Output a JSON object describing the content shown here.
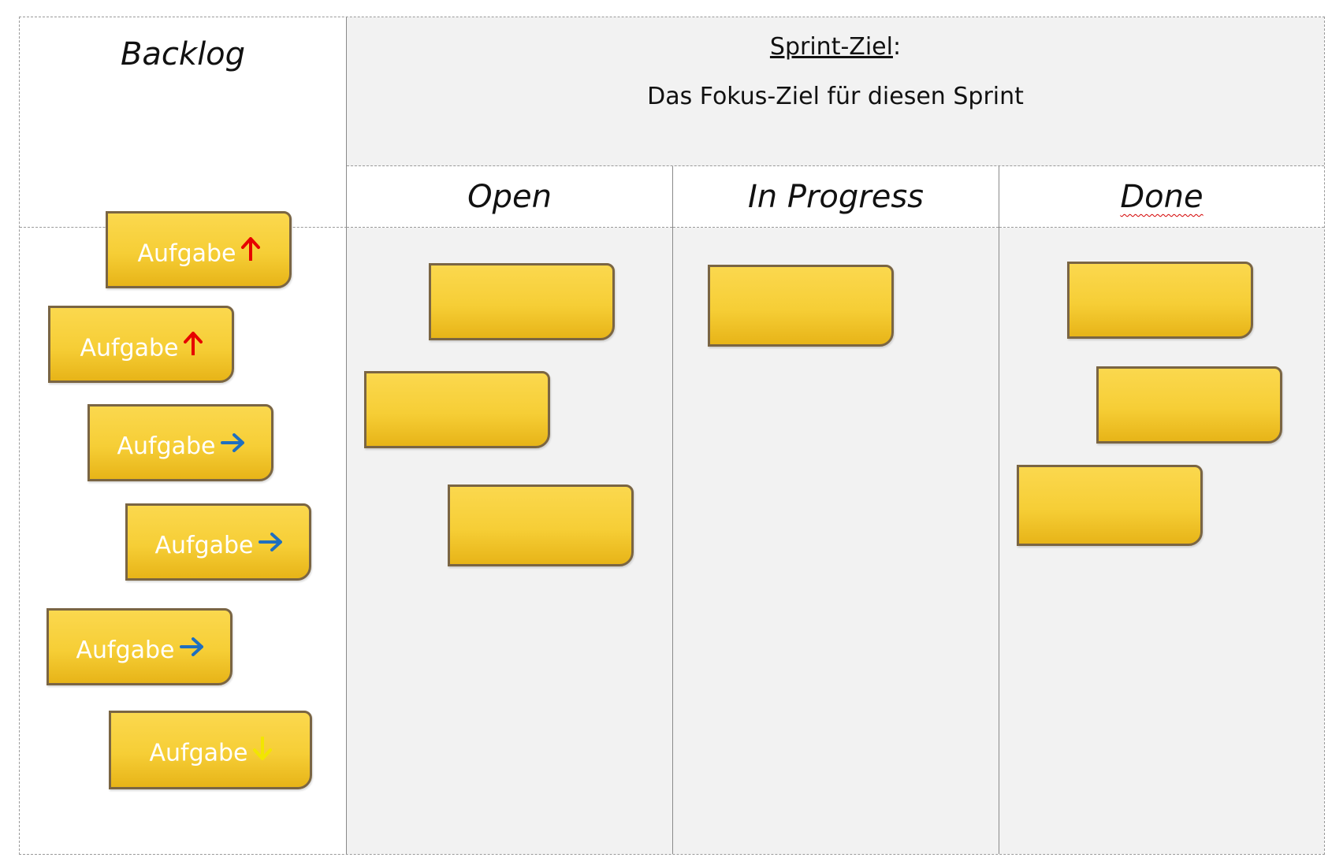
{
  "backlog": {
    "title": "Backlog",
    "cards": [
      {
        "label": "Aufgabe",
        "priority": "high",
        "arrow": "up-arrow-icon",
        "arrow_color": "#e60000"
      },
      {
        "label": "Aufgabe",
        "priority": "high",
        "arrow": "up-arrow-icon",
        "arrow_color": "#e60000"
      },
      {
        "label": "Aufgabe",
        "priority": "medium",
        "arrow": "right-arrow-icon",
        "arrow_color": "#1f6fbf"
      },
      {
        "label": "Aufgabe",
        "priority": "medium",
        "arrow": "right-arrow-icon",
        "arrow_color": "#1f6fbf"
      },
      {
        "label": "Aufgabe",
        "priority": "medium",
        "arrow": "right-arrow-icon",
        "arrow_color": "#1f6fbf"
      },
      {
        "label": "Aufgabe",
        "priority": "low",
        "arrow": "down-arrow-icon",
        "arrow_color": "#f2e600"
      }
    ]
  },
  "sprint_goal": {
    "label": "Sprint-Ziel",
    "colon": ":",
    "text": "Das Fokus-Ziel für diesen Sprint"
  },
  "columns": [
    {
      "title": "Open",
      "card_count": 3
    },
    {
      "title": "In Progress",
      "card_count": 1
    },
    {
      "title": "Done",
      "card_count": 3
    }
  ],
  "colors": {
    "card_fill": "#f6ce36",
    "card_border": "#7a6543",
    "board_bg": "#f2f2f2"
  }
}
